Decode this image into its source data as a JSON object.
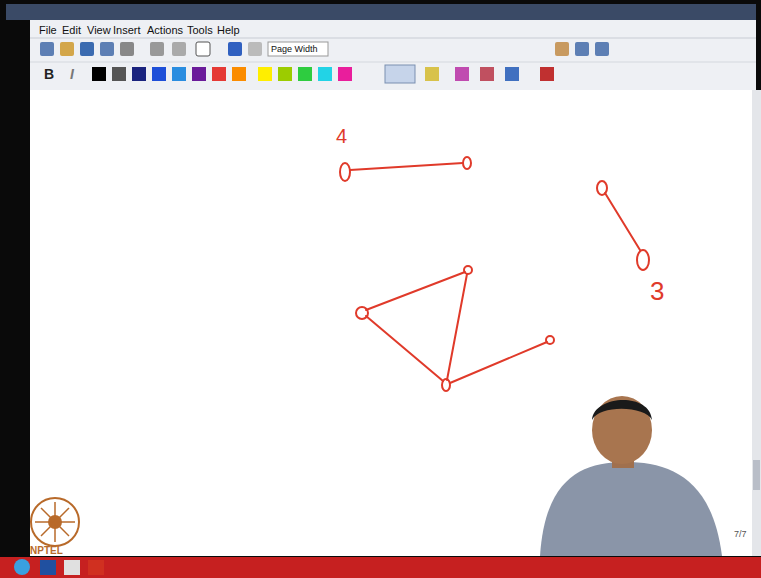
{
  "diagram": {
    "labels": [
      "File",
      "Edit",
      "View",
      "Insert",
      "Actions",
      "Tools",
      "Help",
      "Page Width",
      "B",
      "I",
      "4",
      "3",
      "NPTEL",
      "7/7"
    ]
  }
}
